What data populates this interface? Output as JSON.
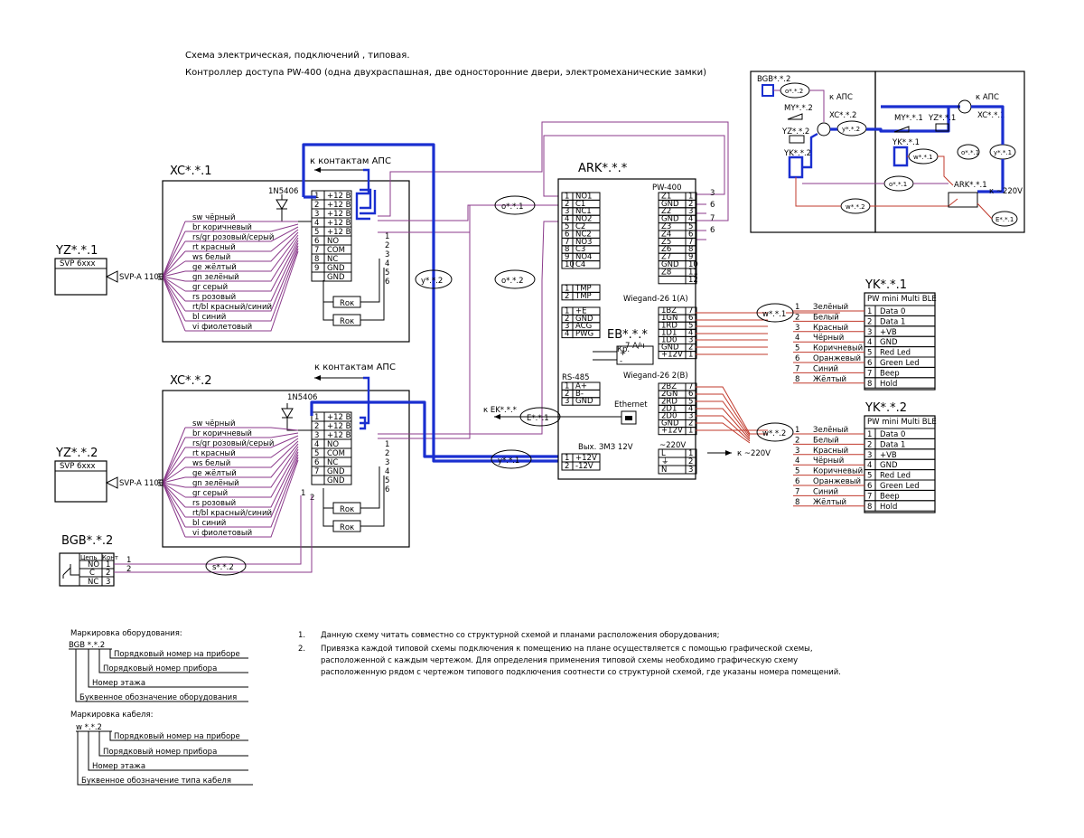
{
  "header": {
    "line1": "Схема электрическая,  подключений , типовая.",
    "line2": "Контроллер доступа PW-400 (одна двухраспашная, две односторонние двери, электромеханические замки)"
  },
  "wire_labels": [
    "sw чёрный",
    "br коричневый",
    "rs/gr розовый/серый",
    "rt красный",
    "ws белый",
    "ge жёлтый",
    "gn зелёный",
    "gr серый",
    "rs розовый",
    "rt/bl красный/синий",
    "bl синий",
    "vi фиолетовый"
  ],
  "xc1": {
    "title": "XC*.*.1",
    "diode": "1N5406",
    "apc": "к контактам АПС",
    "pins": [
      "1",
      "2",
      "3",
      "4",
      "5",
      "6",
      "7",
      "8",
      "9"
    ],
    "terms": [
      "+12 В",
      "+12 В",
      "+12 В",
      "+12 В",
      "+12 В",
      "NO",
      "COM",
      "NC",
      "GND",
      "GND"
    ],
    "rok": "Rок",
    "right_pins": [
      "1",
      "2",
      "3",
      "4",
      "5",
      "6"
    ]
  },
  "xc2": {
    "title": "XC*.*.2",
    "diode": "1N5406",
    "apc": "к контактам АПС",
    "pins": [
      "1",
      "2",
      "3",
      "4",
      "5",
      "6",
      "7"
    ],
    "terms": [
      "+12 В",
      "+12 В",
      "+12 В",
      "NO",
      "COM",
      "NC",
      "GND",
      "GND"
    ],
    "rok": "Rок",
    "right_pins": [
      "1",
      "2",
      "3",
      "4",
      "5",
      "6"
    ],
    "bottom_pins": [
      "1",
      "2"
    ]
  },
  "yz1": {
    "title": "YZ*.*.1",
    "model": "SVP 6xxx",
    "cable": "SVP-A 1100"
  },
  "yz2": {
    "title": "YZ*.*.2",
    "model": "SVP 6xxx",
    "cable": "SVP-A 1100"
  },
  "bgb": {
    "title": "BGB*.*.2",
    "col1": "Цепь",
    "col2": "Конт",
    "rows": [
      [
        "NO",
        "1"
      ],
      [
        "C",
        "2"
      ],
      [
        "NC",
        "3"
      ]
    ],
    "pins": [
      "1",
      "2"
    ]
  },
  "cables": {
    "o1": "o*.*.1",
    "o2": "o*.*.2",
    "y2": "y*.*.2",
    "y1": "y*.*.1",
    "e1": "E*.*.1",
    "s2": "s*.*.2",
    "w1": "w*.*.1",
    "w2": "w*.*.2"
  },
  "ark": {
    "title": "ARK*.*.*",
    "model": "PW-400",
    "left_top": [
      [
        "1",
        "NO1"
      ],
      [
        "2",
        "C1"
      ],
      [
        "3",
        "NC1"
      ],
      [
        "4",
        "NO2"
      ],
      [
        "5",
        "C2"
      ],
      [
        "6",
        "NC2"
      ],
      [
        "7",
        "NO3"
      ],
      [
        "8",
        "C3"
      ],
      [
        "9",
        "NO4"
      ],
      [
        "10",
        "C4"
      ]
    ],
    "right_top": [
      [
        "Z1",
        "1"
      ],
      [
        "GND",
        "2"
      ],
      [
        "Z2",
        "3"
      ],
      [
        "GND",
        "4"
      ],
      [
        "Z3",
        "5"
      ],
      [
        "Z4",
        "6"
      ],
      [
        "Z5",
        "7"
      ],
      [
        "Z6",
        "8"
      ],
      [
        "Z7",
        "9"
      ],
      [
        "GND",
        "10"
      ],
      [
        "Z8",
        "11"
      ],
      [
        "",
        "12"
      ]
    ],
    "tmp": [
      [
        "1",
        "TMP"
      ],
      [
        "2",
        "TMP"
      ]
    ],
    "wg1_title": "Wiegand-26 1(A)",
    "wg1": [
      [
        "1BZ",
        "7"
      ],
      [
        "1GN",
        "6"
      ],
      [
        "1RD",
        "5"
      ],
      [
        "1D1",
        "4"
      ],
      [
        "1D0",
        "3"
      ],
      [
        "GND",
        "2"
      ],
      [
        "+12V",
        "1"
      ]
    ],
    "pwr_left": [
      [
        "1",
        "+E"
      ],
      [
        "2",
        "GND"
      ],
      [
        "3",
        "ACG"
      ],
      [
        "4",
        "PWG"
      ]
    ],
    "eb_title": "EB*.*.*",
    "eb_kr": "Кр.",
    "eb_cap": "7 А/ч",
    "rs485": "RS-485",
    "rs_rows": [
      [
        "1",
        "A+"
      ],
      [
        "2",
        "B-"
      ],
      [
        "3",
        "GND"
      ]
    ],
    "wg2_title": "Wiegand-26 2(B)",
    "wg2": [
      [
        "2BZ",
        "7"
      ],
      [
        "2GN",
        "6"
      ],
      [
        "2RD",
        "5"
      ],
      [
        "2D1",
        "4"
      ],
      [
        "2D0",
        "3"
      ],
      [
        "GND",
        "2"
      ],
      [
        "+12V",
        "1"
      ]
    ],
    "ethernet": "Ethernet",
    "out_title": "Вых. ЗМЗ 12V",
    "out_rows": [
      [
        "1",
        "+12V"
      ],
      [
        "2",
        "-12V"
      ]
    ],
    "ac_title": "~220V",
    "ac_rows": [
      [
        "L",
        "1"
      ],
      [
        "⏚",
        "2"
      ],
      [
        "N",
        "3"
      ]
    ],
    "to_ek": "к EK*.*.*",
    "to_220": "к ~220V",
    "z_right": [
      "3",
      "6",
      "7",
      "6"
    ]
  },
  "yk1": {
    "title": "YK*.*.1",
    "model": "PW mini Multi BLE",
    "rows": [
      [
        "1",
        "Data 0"
      ],
      [
        "2",
        "Data 1"
      ],
      [
        "3",
        "+VB"
      ],
      [
        "4",
        "GND"
      ],
      [
        "5",
        "Red Led"
      ],
      [
        "6",
        "Green Led"
      ],
      [
        "7",
        "Beep"
      ],
      [
        "8",
        "Hold"
      ]
    ],
    "wires": [
      "Зелёный",
      "Белый",
      "Красный",
      "Чёрный",
      "Коричневый",
      "Оранжевый",
      "Синий",
      "Жёлтый"
    ]
  },
  "yk2": {
    "title": "YK*.*.2",
    "model": "PW mini Multi BLE",
    "rows": [
      [
        "1",
        "Data 0"
      ],
      [
        "2",
        "Data 1"
      ],
      [
        "3",
        "+VB"
      ],
      [
        "4",
        "GND"
      ],
      [
        "5",
        "Red Led"
      ],
      [
        "6",
        "Green Led"
      ],
      [
        "7",
        "Beep"
      ],
      [
        "8",
        "Hold"
      ]
    ],
    "wires": [
      "Зелёный",
      "Белый",
      "Красный",
      "Чёрный",
      "Коричневый",
      "Оранжевый",
      "Синий",
      "Жёлтый"
    ]
  },
  "plan": {
    "bgb": "BGB*.*.2",
    "o2": "o*.*.2",
    "apc1": "к АПС",
    "xc2": "XC*.*.2",
    "my2": "MY*.*.2",
    "yz2": "YZ*.*.2",
    "y2": "y*.*.2",
    "yk2": "YK*.*.2",
    "o1": "o*.*.1",
    "w2": "w*.*.2",
    "my1": "MY*.*.1",
    "yz1": "YZ*.*.1",
    "apc2": "к АПС",
    "xc1": "XC*.*.1",
    "yk1": "YK*.*.1",
    "w1": "w*.*.1",
    "y1": "y*.*.1",
    "ark": "ARK*.*.1",
    "ac": "к ~220V",
    "e1": "E*.*.1"
  },
  "notes": [
    "Данную схему читать совместно со структурной схемой и планами расположения оборудования;",
    "Привязка каждой типовой схемы подключения к помещению на плане осуществляется с помощью графической схемы,",
    "расположенной с каждым чертежом. Для определения применения типовой схемы необходимо графическую схему",
    "расположенную рядом с чертежом типового подключения соотнести со структурной схемой, где указаны номера помещений."
  ],
  "note_nums": [
    "1.",
    "2."
  ],
  "legend_eq": {
    "title": "Маркировка оборудования:",
    "code": "BGB *.*.2",
    "items": [
      "Порядковый номер на приборе",
      "Порядковый номер прибора",
      "Номер этажа",
      "Буквенное обозначение оборудования"
    ]
  },
  "legend_cab": {
    "title": "Маркировка кабеля:",
    "code": "w *.*.2",
    "items": [
      "Порядковый номер на приборе",
      "Порядковый номер прибора",
      "Номер этажа",
      "Буквенное обозначение типа кабеля"
    ]
  },
  "colors": {
    "blue": "#1a2fd0",
    "purple": "#8b3a8b",
    "red": "#c0392b",
    "line": "#000000"
  }
}
